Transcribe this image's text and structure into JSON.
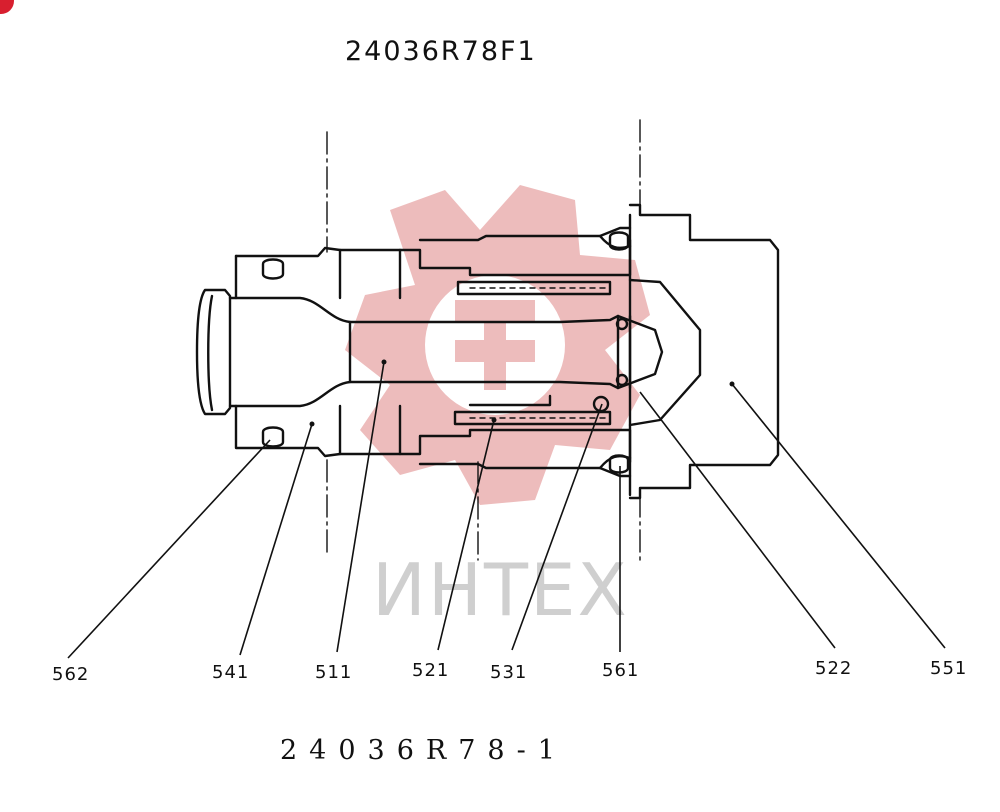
{
  "drawing": {
    "title": "24036R78F1",
    "subtitle": "24036R78-1",
    "watermark_text": "ИНТЕХ",
    "part_labels": [
      "562",
      "541",
      "511",
      "521",
      "531",
      "561",
      "522",
      "551"
    ]
  },
  "colors": {
    "line": "#111111",
    "watermark": "#e7a6a6",
    "watermark_text": "#cfcfcf",
    "corner_mark": "#d81f2f"
  },
  "icons": {
    "watermark": "gear-logo-icon",
    "corner": "red-badge-icon"
  }
}
